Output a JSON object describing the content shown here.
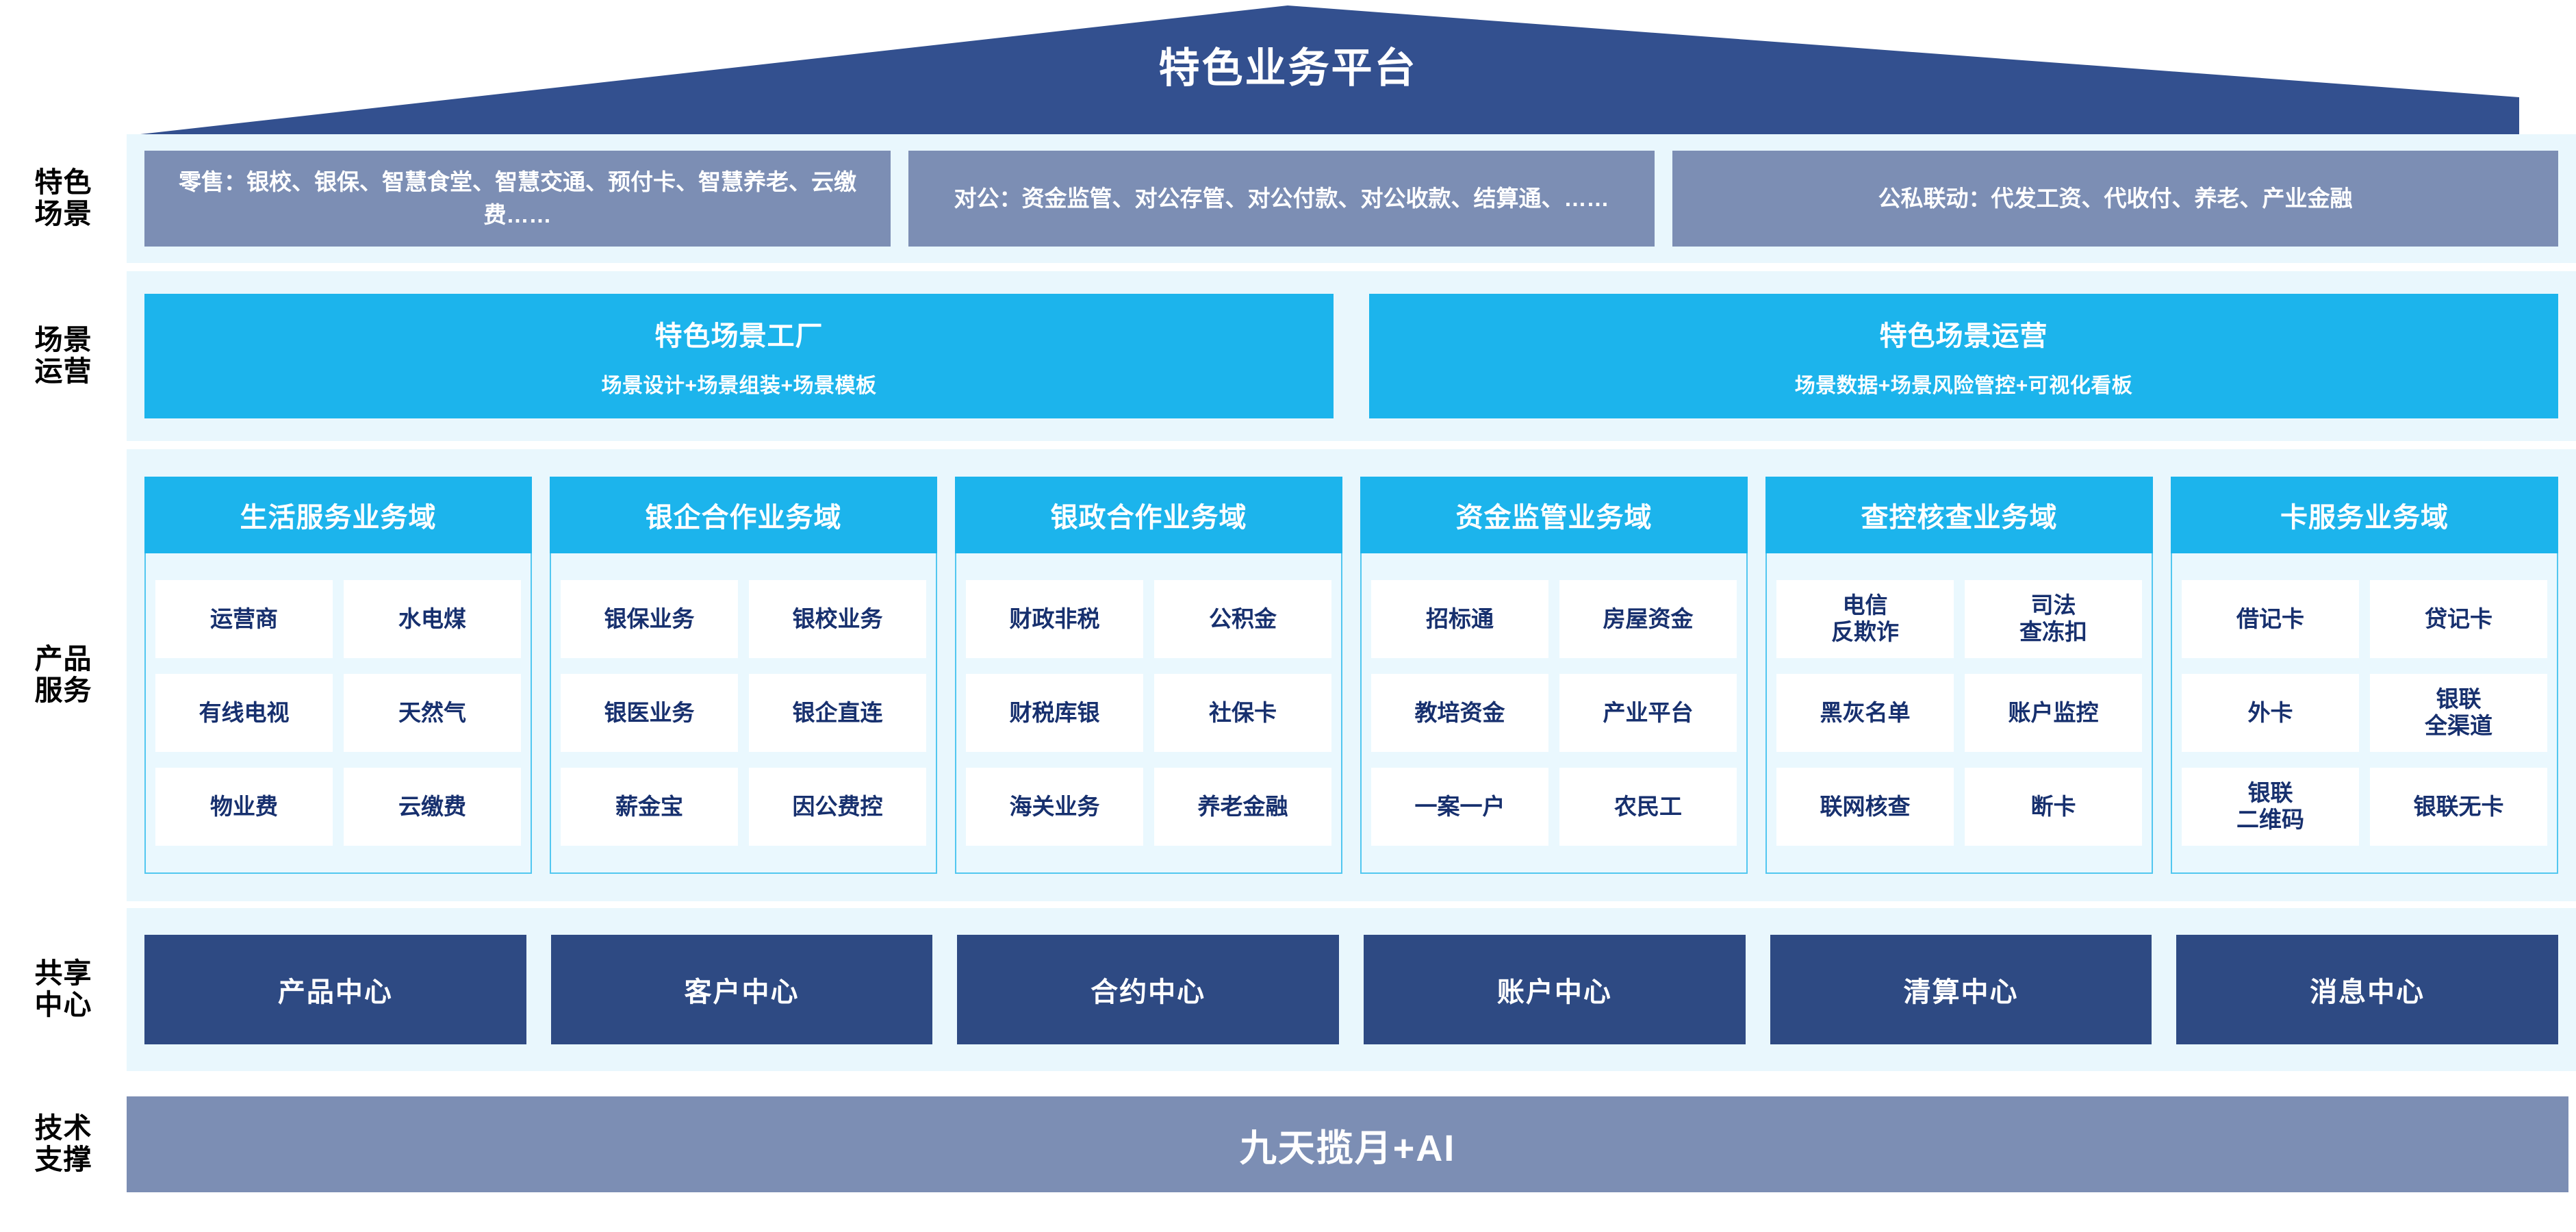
{
  "header": {
    "title": "特色业务平台",
    "roof_color": "#33508f"
  },
  "colors": {
    "panel_bg": "#e9f7fd",
    "scene_box": "#7c8eb4",
    "cyan": "#1cb4ec",
    "navy": "#2e4a83",
    "chip_text": "#17306e"
  },
  "rows": {
    "scene": {
      "label": "特色\n场景",
      "boxes": [
        {
          "text": "零售：银校、银保、智慧食堂、智慧交通、预付卡、智慧养老、云缴费……"
        },
        {
          "text": "对公：资金监管、对公存管、对公付款、对公收款、结算通、……"
        },
        {
          "text": "公私联动：代发工资、代收付、养老、产业金融"
        }
      ]
    },
    "operations": {
      "label": "场景\n运营",
      "boxes": [
        {
          "title": "特色场景工厂",
          "subtitle": "场景设计+场景组装+场景模板"
        },
        {
          "title": "特色场景运营",
          "subtitle": "场景数据+场景风险管控+可视化看板"
        }
      ]
    },
    "products": {
      "label": "产品\n服务",
      "domains": [
        {
          "title": "生活服务业务域",
          "items": [
            [
              "运营商",
              "水电煤"
            ],
            [
              "有线电视",
              "天然气"
            ],
            [
              "物业费",
              "云缴费"
            ]
          ]
        },
        {
          "title": "银企合作业务域",
          "items": [
            [
              "银保业务",
              "银校业务"
            ],
            [
              "银医业务",
              "银企直连"
            ],
            [
              "薪金宝",
              "因公费控"
            ]
          ]
        },
        {
          "title": "银政合作业务域",
          "items": [
            [
              "财政非税",
              "公积金"
            ],
            [
              "财税库银",
              "社保卡"
            ],
            [
              "海关业务",
              "养老金融"
            ]
          ]
        },
        {
          "title": "资金监管业务域",
          "items": [
            [
              "招标通",
              "房屋资金"
            ],
            [
              "教培资金",
              "产业平台"
            ],
            [
              "一案一户",
              "农民工"
            ]
          ]
        },
        {
          "title": "查控核查业务域",
          "items": [
            [
              "电信\n反欺诈",
              "司法\n查冻扣"
            ],
            [
              "黑灰名单",
              "账户监控"
            ],
            [
              "联网核查",
              "断卡"
            ]
          ]
        },
        {
          "title": "卡服务业务域",
          "items": [
            [
              "借记卡",
              "贷记卡"
            ],
            [
              "外卡",
              "银联\n全渠道"
            ],
            [
              "银联\n二维码",
              "银联无卡"
            ]
          ]
        }
      ]
    },
    "shared": {
      "label": "共享\n中心",
      "boxes": [
        "产品中心",
        "客户中心",
        "合约中心",
        "账户中心",
        "清算中心",
        "消息中心"
      ]
    },
    "tech": {
      "label": "技术\n支撑",
      "bar": "九天揽月+AI"
    }
  }
}
